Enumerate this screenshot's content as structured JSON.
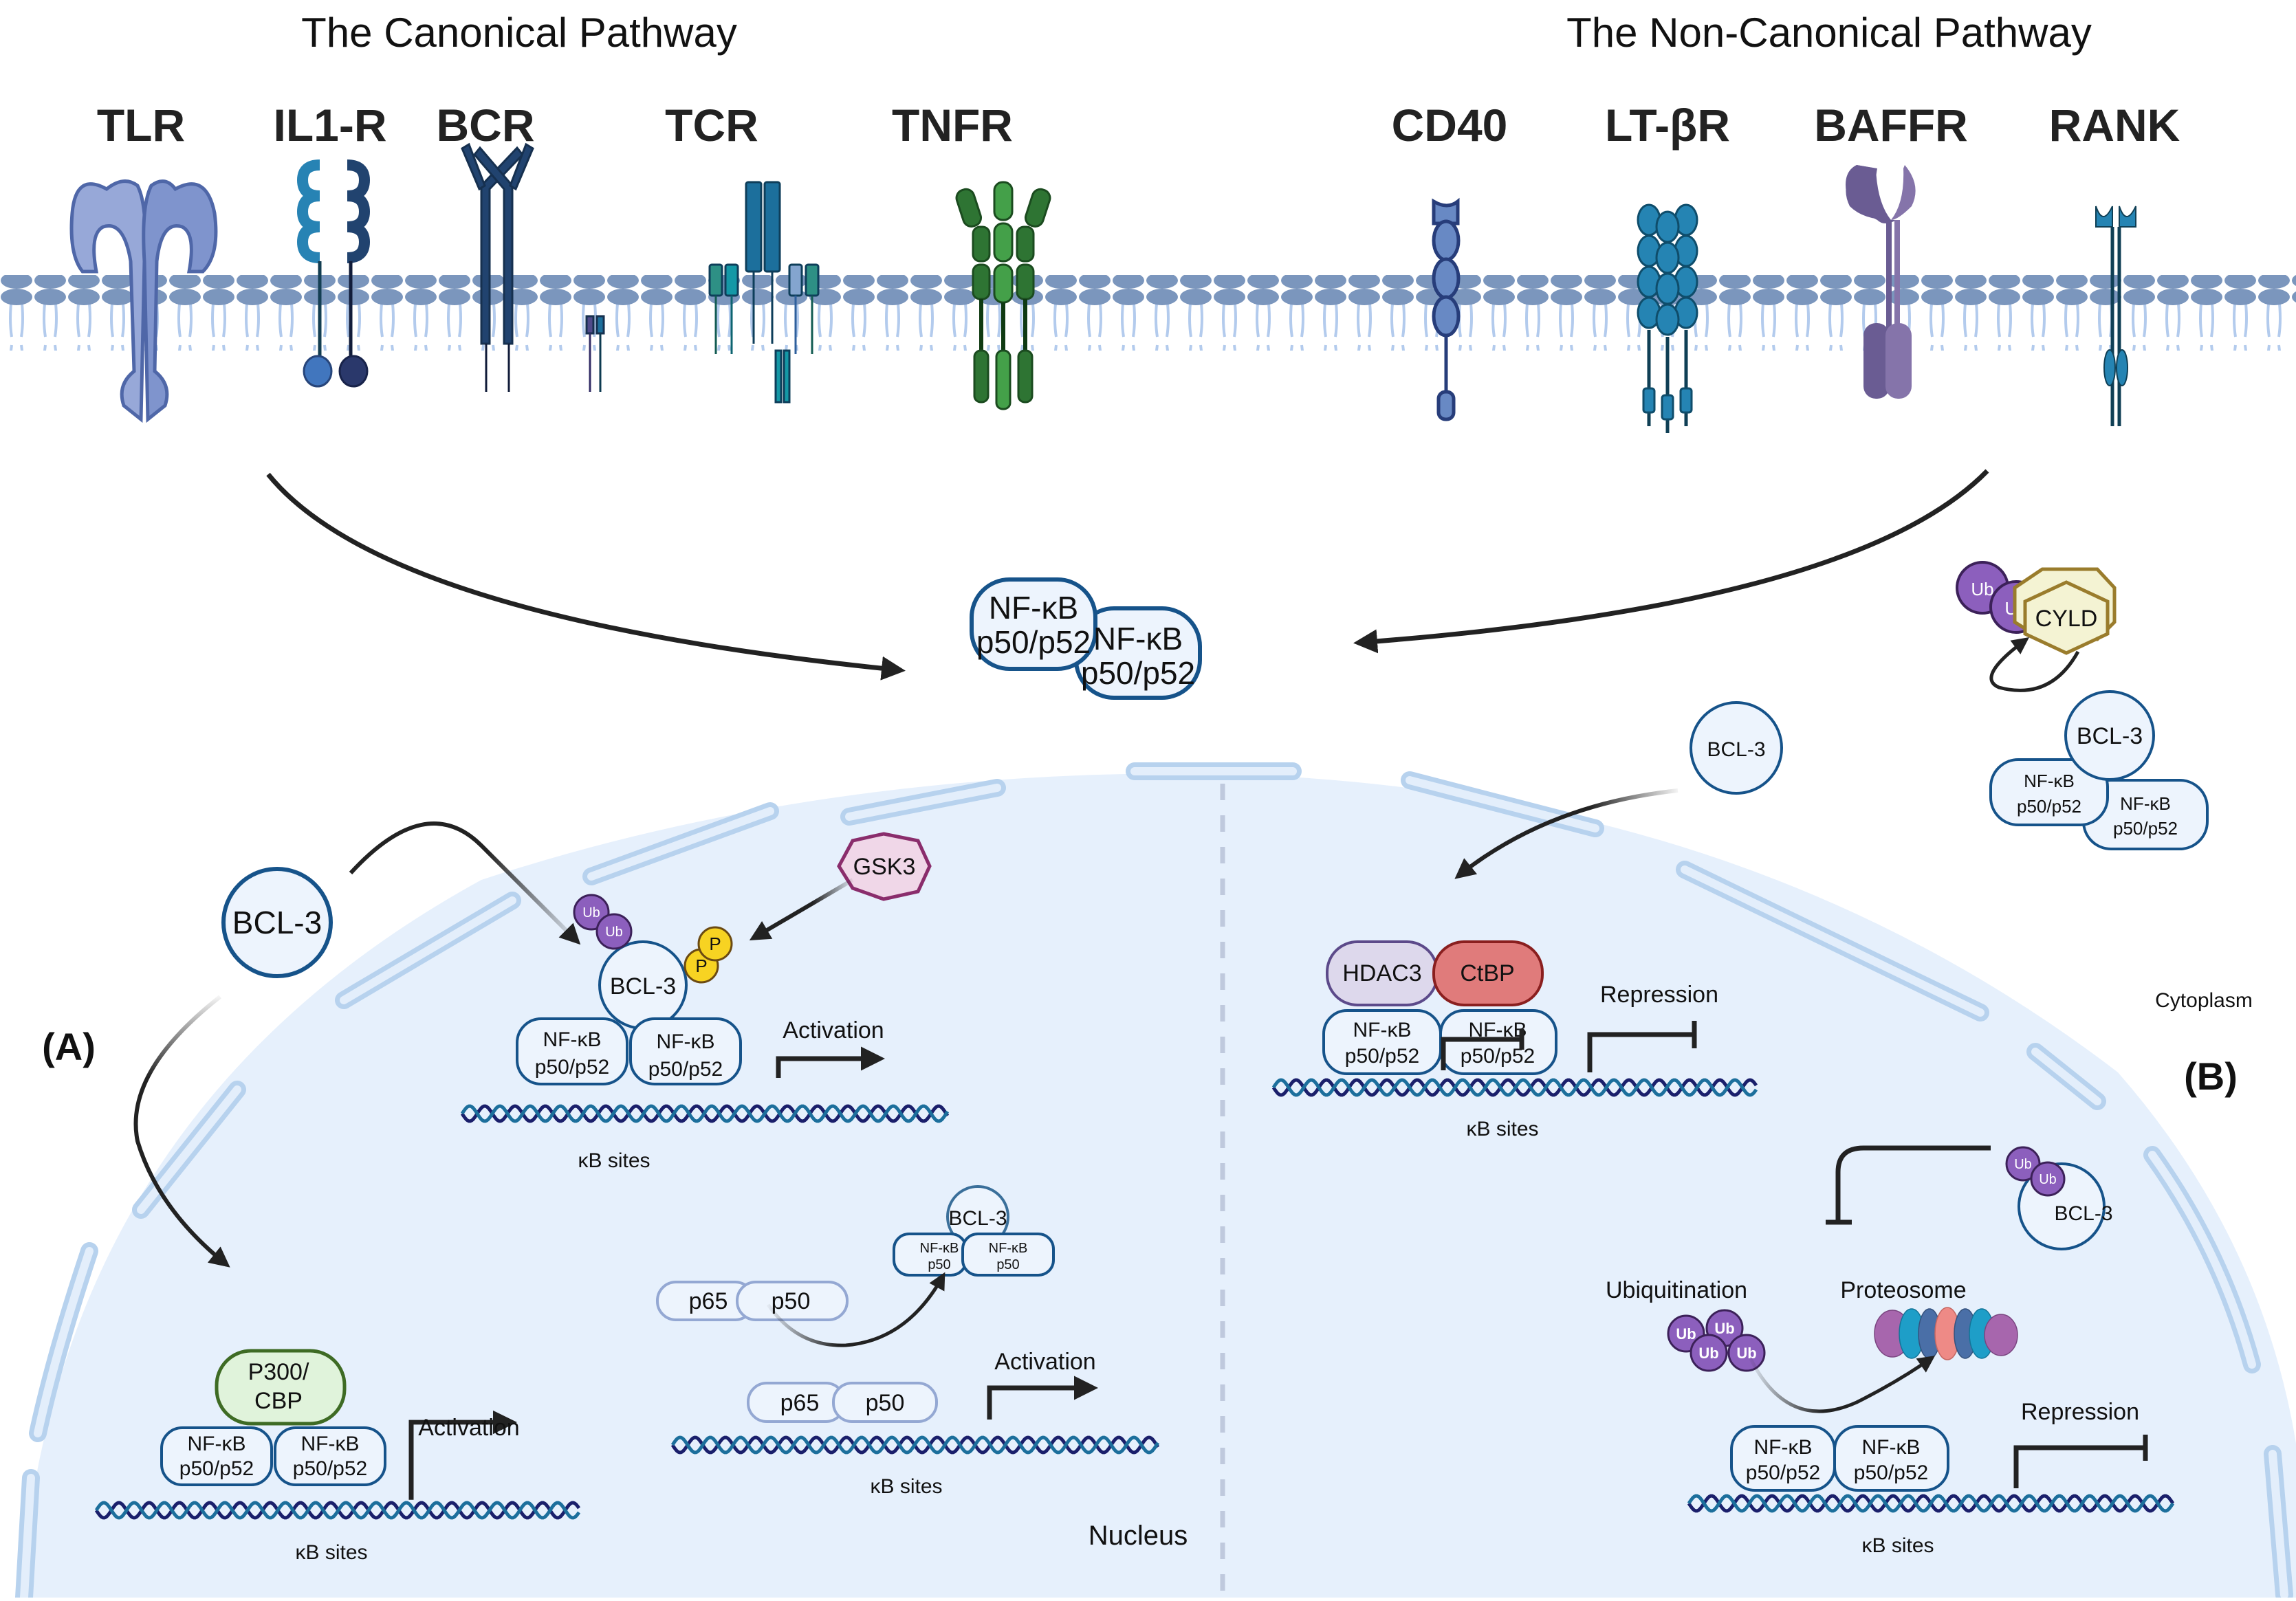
{
  "titles": {
    "canonical": "The Canonical Pathway",
    "non_canonical": "The Non-Canonical Pathway"
  },
  "canonical_receptors": [
    {
      "label": "TLR",
      "color": "#8fa2d6"
    },
    {
      "label": "IL1-R",
      "color": "#2783b4"
    },
    {
      "label": "BCR",
      "color": "#21436f"
    },
    {
      "label": "TCR",
      "color": "#1c6f9c"
    },
    {
      "label": "TNFR",
      "color": "#2e7433"
    }
  ],
  "non_canonical_receptors": [
    {
      "label": "CD40",
      "color": "#6889c4"
    },
    {
      "label": "LT-βR",
      "color": "#2584b3"
    },
    {
      "label": "BAFFR",
      "color": "#6a5c93"
    },
    {
      "label": "RANK",
      "color": "#2584b3"
    }
  ],
  "center_complex": {
    "line1": "NF-κB",
    "line2": "p50/p52"
  },
  "top_right": {
    "ub": "Ub",
    "cyld": "CYLD",
    "bcl3": "BCL-3",
    "nfkb_line1": "NF-κB",
    "nfkb_line2": "p50/p52"
  },
  "panel_a": {
    "label": "(A)",
    "bcl3_free": "BCL-3",
    "gsk3": "GSK3",
    "ub": "Ub",
    "p": "P",
    "bcl3_bound": "BCL-3",
    "nfkb_line1": "NF-κB",
    "nfkb_line2": "p50/p52",
    "activation": "Activation",
    "kb_sites": "κB sites",
    "p300_line1": "P300/",
    "p300_line2": "CBP",
    "p65": "p65",
    "p50": "p50",
    "nfkb_p50_line2": "p50",
    "nucleus": "Nucleus"
  },
  "panel_b": {
    "label": "(B)",
    "cytoplasm": "Cytoplasm",
    "bcl3": "BCL-3",
    "hdac3": "HDAC3",
    "ctbp": "CtBP",
    "repression": "Repression",
    "kb_sites": "κB sites",
    "nfkb_line1": "NF-κB",
    "nfkb_line2": "p50/p52",
    "ub": "Ub",
    "ubiquitination": "Ubiquitination",
    "proteosome": "Proteosome"
  },
  "colors": {
    "nucleus_fill": "#e6f0fc",
    "nuclear_pore": "#b7d2ee",
    "nfkb_stroke": "#16538a",
    "ub_fill": "#8c5fbd",
    "phospho_fill": "#f7d322",
    "gsk3_fill": "#f0d7e8",
    "cyld_fill": "#f4f3d3",
    "hdac3_fill": "#ddd8ec",
    "ctbp_fill": "#e07b7b",
    "p300_fill": "#e0f3db",
    "membrane_head": "#7b96bd",
    "membrane_tail": "#b3cbed"
  }
}
